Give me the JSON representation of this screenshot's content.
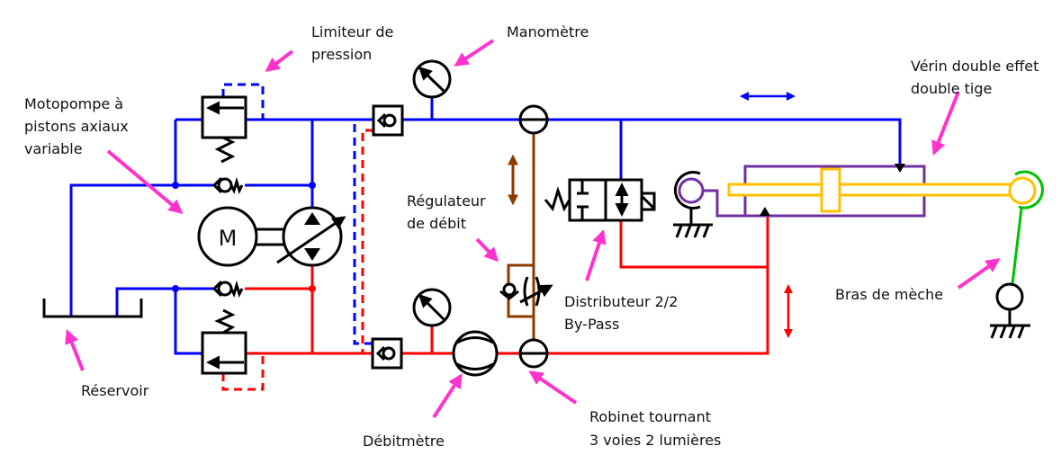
{
  "labels": {
    "pressure_limiter": [
      "Limiteur de",
      "pression"
    ],
    "manometer": "Manomètre",
    "motor_pump": [
      "Motopompe à",
      "pistons axiaux",
      "variable"
    ],
    "flow_regulator": [
      "Régulateur",
      "de débit"
    ],
    "distributor": [
      "Distributeur 2/2",
      "By-Pass"
    ],
    "reservoir": "Réservoir",
    "flowmeter": "Débitmètre",
    "rotary_valve": [
      "Robinet tournant",
      "3 voies 2 lumières"
    ],
    "cylinder": [
      "Vérin double effet",
      "double tige"
    ],
    "tiller_arm": "Bras de mèche",
    "motor_letter": "M"
  },
  "colors": {
    "high_pressure_line": "#0000ff",
    "return_line": "#ff0000",
    "regulator_branch": "#8b3a00",
    "cylinder_body": "#7030a0",
    "rod": "#ffc000",
    "tiller_arm": "#00c000",
    "annotation_arrow": "#ff33cc"
  }
}
